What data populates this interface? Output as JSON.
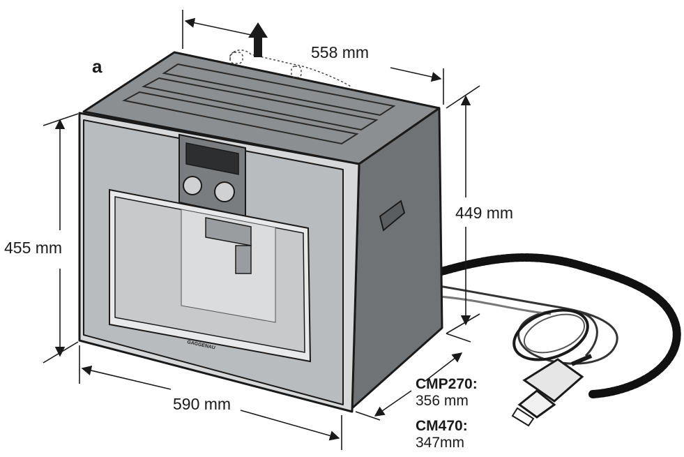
{
  "figure": {
    "label": "a",
    "brand": "GAGGENAU",
    "dimensions": {
      "depth_top": "558 mm",
      "height_front": "455 mm",
      "height_side": "449 mm",
      "width_front": "590 mm"
    },
    "models": [
      {
        "name": "CMP270:",
        "depth": "356 mm"
      },
      {
        "name": "CM470:",
        "depth": "347mm"
      }
    ]
  },
  "colors": {
    "outline": "#1a1a1a",
    "housing_top": "#8c8f91",
    "housing_side": "#6f7376",
    "front_panel": "#b9bcbe",
    "panel_frame": "#d6d8d9",
    "cavity": "#c7c9ca",
    "cable": "#111111"
  }
}
